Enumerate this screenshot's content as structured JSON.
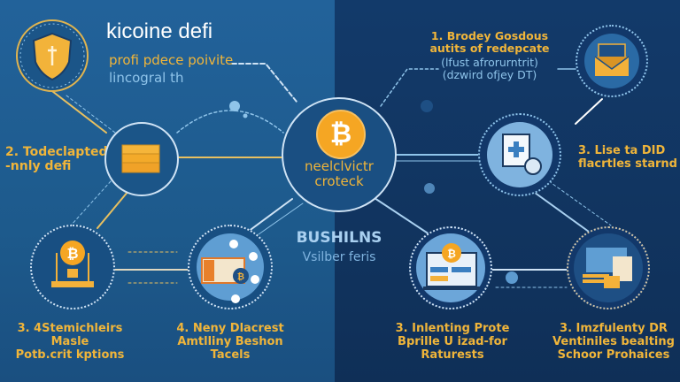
{
  "header": {
    "title": "kicoine defi",
    "subtitle": "profi pdece poivite",
    "tagline": "lincogral th"
  },
  "center": {
    "label_line1": "neelclvictr",
    "label_line2": "croteck",
    "section_title": "BUSHILNS",
    "section_subtitle": "Vsilber feris"
  },
  "steps": [
    {
      "id": "step-top-right",
      "lines": [
        "1. Brodey Gosdous",
        "autits of redepcate",
        "(lfust afrorurntrit)",
        "(dzwird ofjey DT)"
      ],
      "icon": "envelope-icon"
    },
    {
      "id": "step-left-mid",
      "lines": [
        "2. Todeclapted",
        "-nnly defi"
      ],
      "icon": "stack-icon"
    },
    {
      "id": "step-right-mid",
      "lines": [
        "3. Lise ta DID",
        "flacrtles starnd"
      ],
      "icon": "document-scan-icon"
    },
    {
      "id": "step-bottom-1",
      "lines": [
        "3. 4Stemichleirs",
        "Masle",
        "Potb.crit kptions"
      ],
      "icon": "bitcoin-laptop-icon"
    },
    {
      "id": "step-bottom-2",
      "lines": [
        "4. Neny Dlacrest",
        "Amtlliny Beshon",
        "Tacels"
      ],
      "icon": "network-card-icon"
    },
    {
      "id": "step-bottom-3",
      "lines": [
        "3. Inlenting Prote",
        "Bprille U izad-for",
        "Raturests"
      ],
      "icon": "bitcoin-dashboard-icon"
    },
    {
      "id": "step-bottom-4",
      "lines": [
        "3. Imzfulenty DR",
        "Ventiniles bealting",
        "Schoor Prohaices"
      ],
      "icon": "documents-icon"
    }
  ],
  "icons": {
    "bitcoin_symbol": "₿"
  },
  "colors": {
    "left_bg": "#1f5a8a",
    "right_bg": "#12386a",
    "gold": "#f0b53a",
    "light_blue": "#8fc4ea",
    "orange_coin": "#f5a623"
  }
}
